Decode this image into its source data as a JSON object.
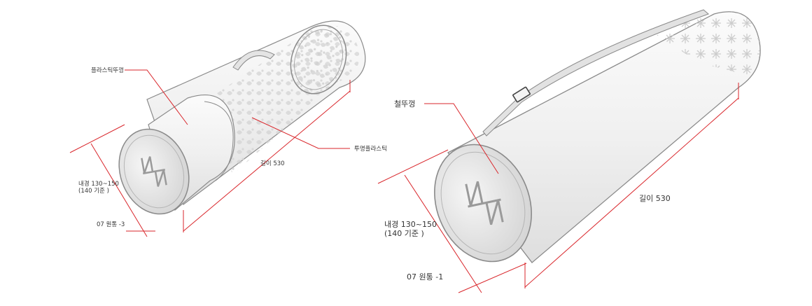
{
  "left_tube": {
    "label_cap": "플라스틱뚜껑",
    "label_body": "투명플라스틱",
    "label_length": "길이 530",
    "label_diameter_1": "내경 130~150",
    "label_diameter_2": "(140 기준 )",
    "label_model": "07 원통 -3"
  },
  "right_tube": {
    "label_cap": "철뚜껑",
    "label_length": "길이 530",
    "label_diameter_1": "내경 130~150",
    "label_diameter_2": "(140 기준 )",
    "label_model": "07 원통 -1"
  },
  "colors": {
    "dimension_line": "#d9262b",
    "outline": "#8a8a8a",
    "body_fill": "#f1f1f1",
    "text": "#333333"
  },
  "icons": [
    "nh-logo-emblem",
    "snowflake-pattern",
    "leaf-pattern"
  ]
}
